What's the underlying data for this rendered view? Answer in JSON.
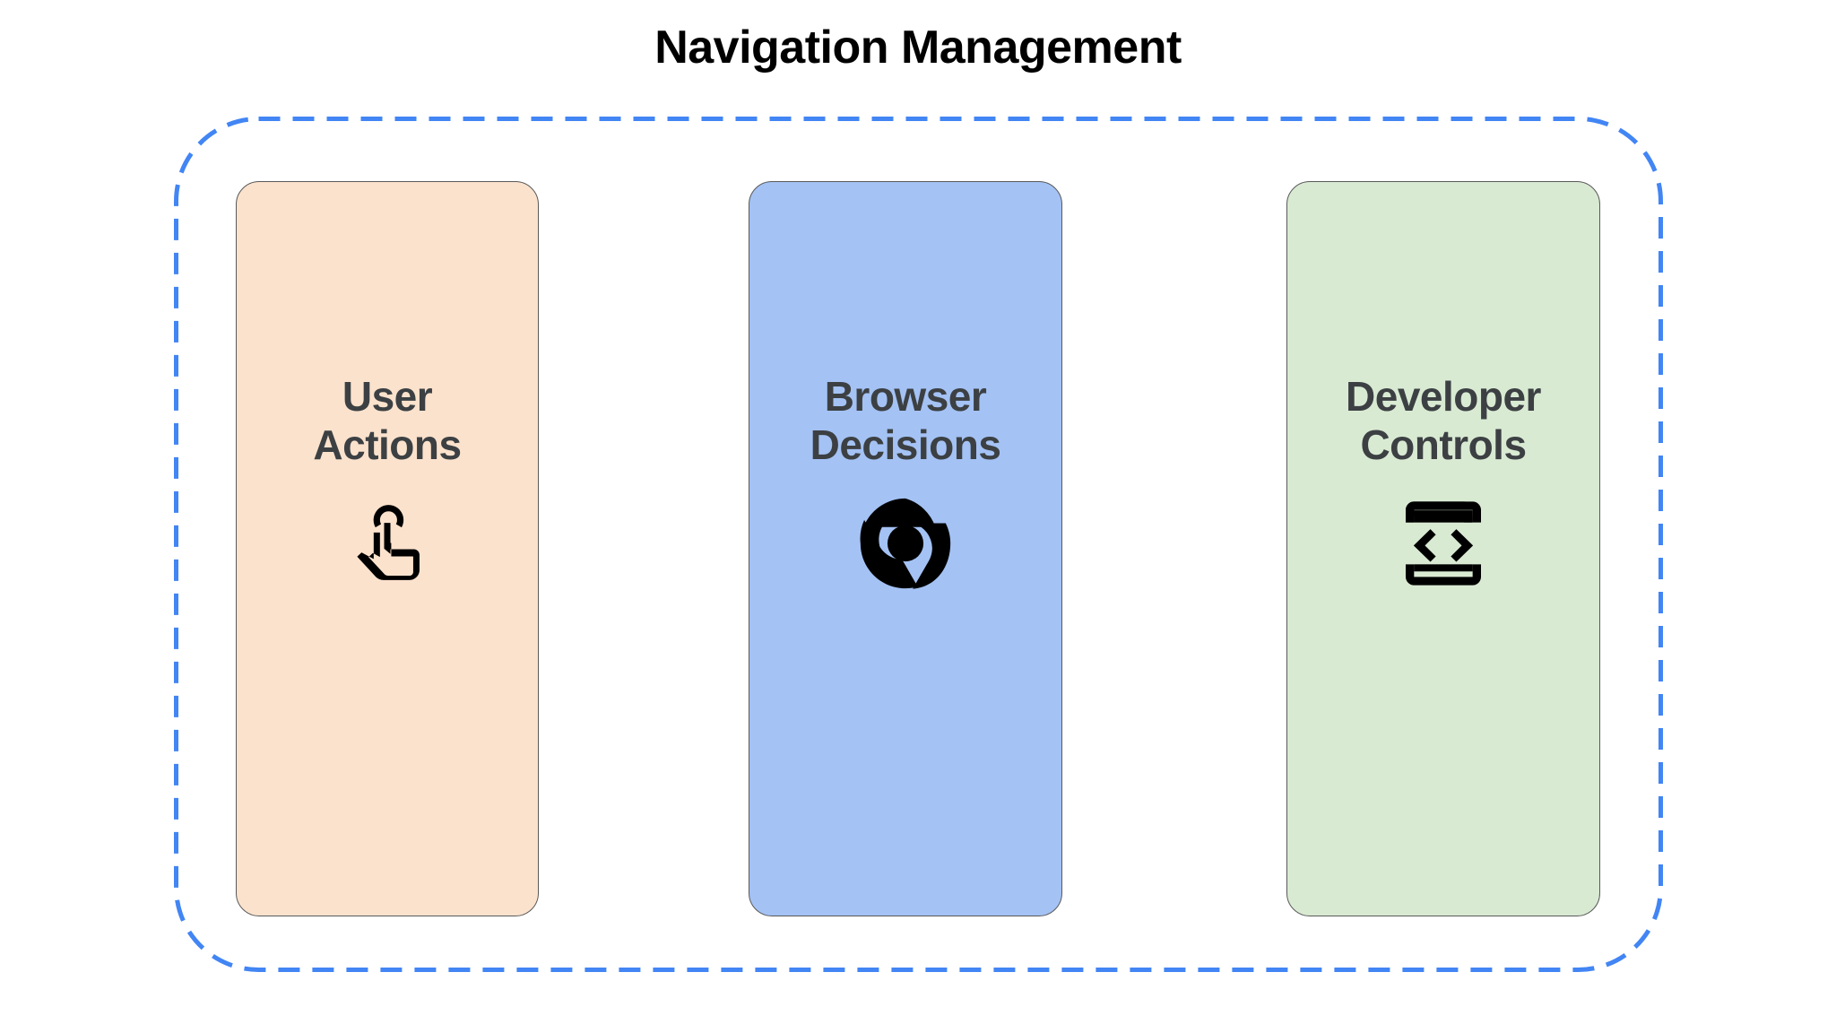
{
  "diagram": {
    "title": "Navigation Management",
    "title_color": "#000000",
    "background_color": "#ffffff",
    "container": {
      "name": "dashed-group-boundary",
      "style": "dashed",
      "color": "#4285f4",
      "stroke_width": 5,
      "dash": "24 14",
      "corner_radius": 92
    },
    "cards": [
      {
        "label": "User\nActions",
        "label_line1": "User",
        "label_line2": "Actions",
        "fill": "#fbe2cd",
        "border": "#595959",
        "text_color": "#3c4043",
        "icon": "touch-app-icon",
        "icon_color": "#000000"
      },
      {
        "label": "Browser\nDecisions",
        "label_line1": "Browser",
        "label_line2": "Decisions",
        "fill": "#a4c2f4",
        "border": "#595959",
        "text_color": "#3c4043",
        "icon": "chrome-logo-icon",
        "icon_color": "#000000"
      },
      {
        "label": "Developer\nControls",
        "label_line1": "Developer",
        "label_line2": "Controls",
        "fill": "#d9ead3",
        "border": "#595959",
        "text_color": "#3c4043",
        "icon": "developer-mode-icon",
        "icon_color": "#000000"
      }
    ]
  }
}
